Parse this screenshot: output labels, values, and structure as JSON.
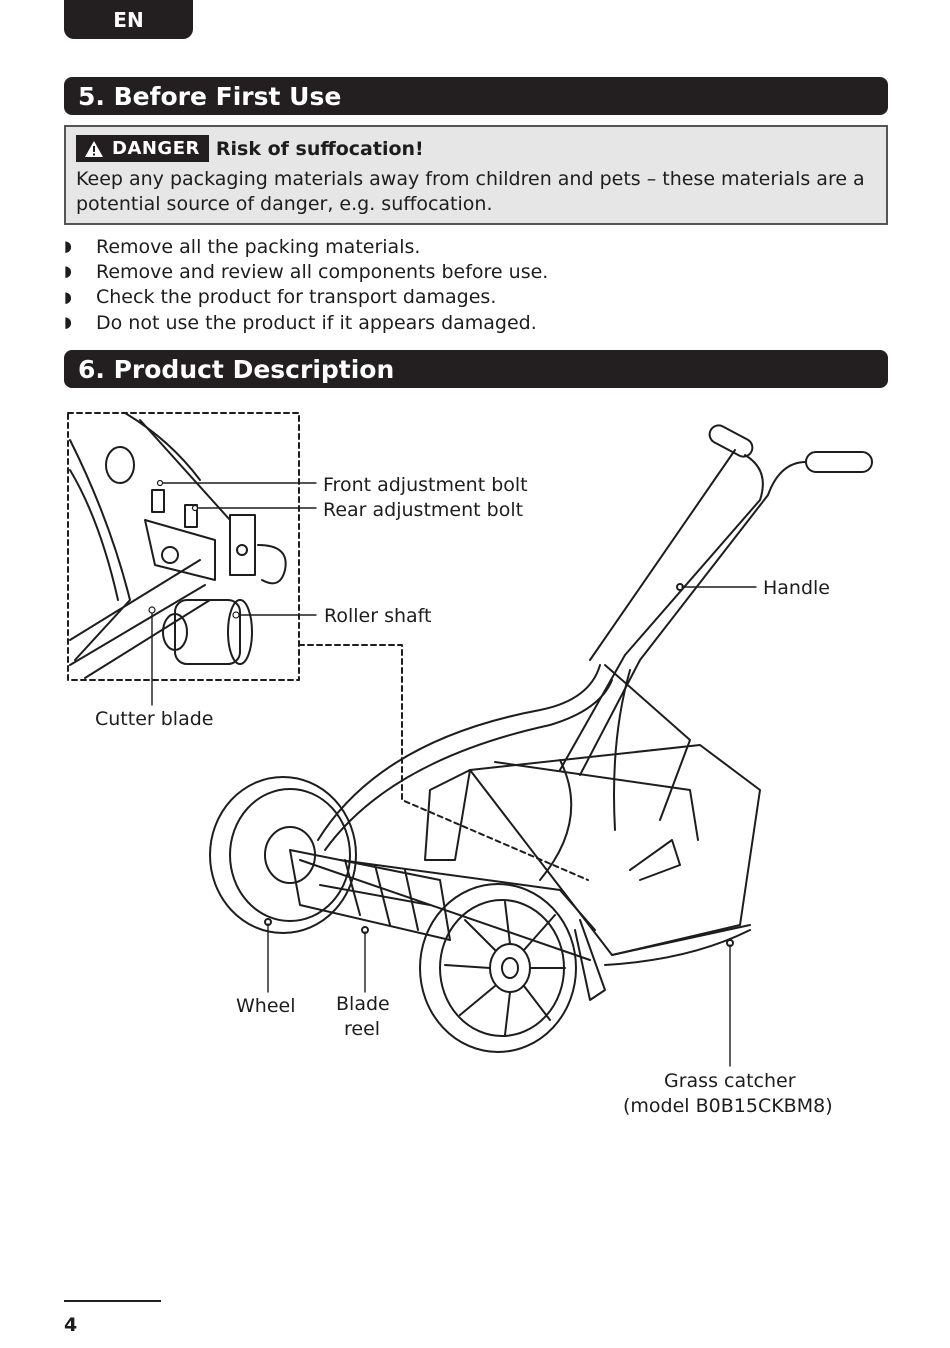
{
  "header": {
    "language": "EN"
  },
  "section5": {
    "title": "5. Before First Use",
    "danger": {
      "label": "DANGER",
      "title": "Risk of suffocation!",
      "text": "Keep any packaging materials away from children and pets – these materials are a potential source of danger, e.g. suffocation."
    },
    "bullets": [
      "Remove all the packing materials.",
      "Remove and review all components before use.",
      "Check the product for transport damages.",
      "Do not use the product if it appears damaged."
    ]
  },
  "section6": {
    "title": "6. Product Description",
    "labels": {
      "front_bolt": "Front adjustment bolt",
      "rear_bolt": "Rear adjustment bolt",
      "roller_shaft": "Roller shaft",
      "cutter_blade": "Cutter blade",
      "handle": "Handle",
      "wheel": "Wheel",
      "blade_reel_1": "Blade",
      "blade_reel_2": "reel",
      "grass_catcher_1": "Grass catcher",
      "grass_catcher_2": "(model B0B15CKBM8)"
    }
  },
  "footer": {
    "page_number": "4"
  }
}
